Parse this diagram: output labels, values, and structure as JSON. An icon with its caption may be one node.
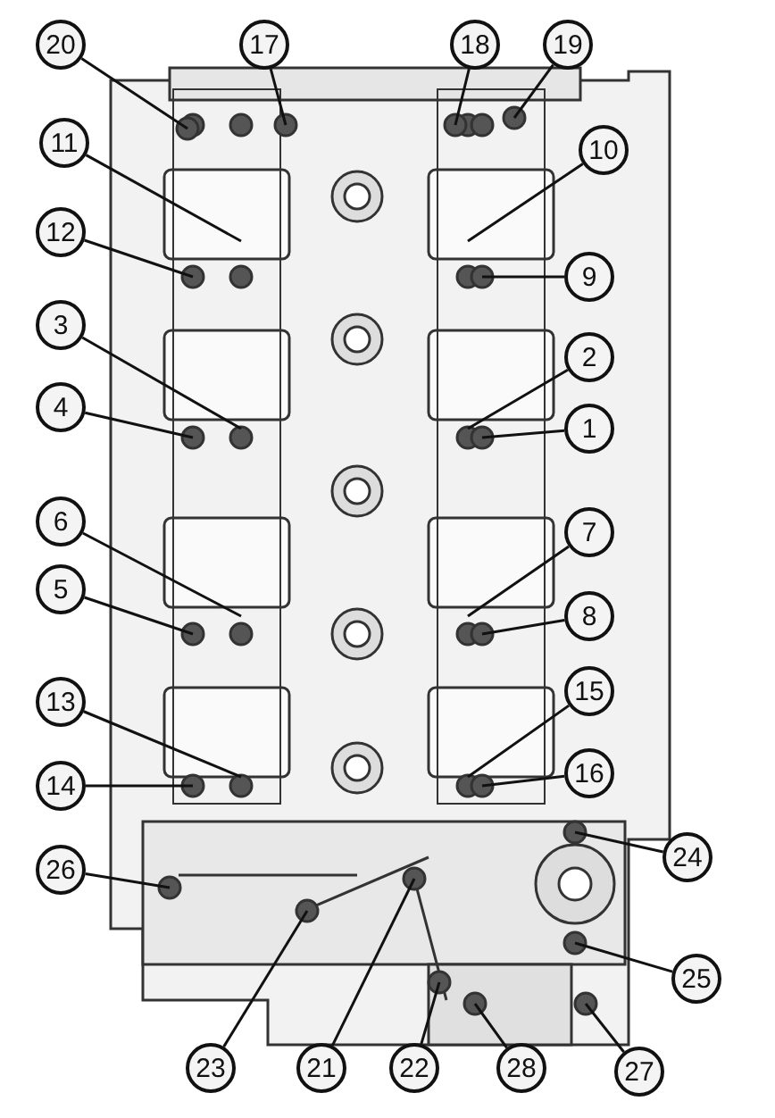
{
  "diagram": {
    "nodes": [
      {
        "text": [
          "20"
        ]
      },
      {
        "text": [
          "17"
        ]
      },
      {
        "text": [
          "18"
        ]
      },
      {
        "text": [
          "19"
        ]
      },
      {
        "text": [
          "11"
        ]
      },
      {
        "text": [
          "10"
        ]
      },
      {
        "text": [
          "12"
        ]
      },
      {
        "text": [
          "9"
        ]
      },
      {
        "text": [
          "3"
        ]
      },
      {
        "text": [
          "2"
        ]
      },
      {
        "text": [
          "4"
        ]
      },
      {
        "text": [
          "1"
        ]
      },
      {
        "text": [
          "6"
        ]
      },
      {
        "text": [
          "7"
        ]
      },
      {
        "text": [
          "5"
        ]
      },
      {
        "text": [
          "8"
        ]
      },
      {
        "text": [
          "13"
        ]
      },
      {
        "text": [
          "15"
        ]
      },
      {
        "text": [
          "14"
        ]
      },
      {
        "text": [
          "16"
        ]
      },
      {
        "text": [
          "26"
        ]
      },
      {
        "text": [
          "24"
        ]
      },
      {
        "text": [
          "25"
        ]
      },
      {
        "text": [
          "23"
        ]
      },
      {
        "text": [
          "21"
        ]
      },
      {
        "text": [
          "22"
        ]
      },
      {
        "text": [
          "28"
        ]
      },
      {
        "text": [
          "27"
        ]
      }
    ],
    "edges": [
      {
        "from": 0,
        "to": null,
        "arrow": "none"
      },
      {
        "from": 1,
        "to": null,
        "arrow": "none"
      },
      {
        "from": 2,
        "to": null,
        "arrow": "none"
      },
      {
        "from": 3,
        "to": null,
        "arrow": "none"
      },
      {
        "from": 4,
        "to": null,
        "arrow": "none"
      },
      {
        "from": 5,
        "to": null,
        "arrow": "none"
      },
      {
        "from": 6,
        "to": null,
        "arrow": "none"
      },
      {
        "from": 7,
        "to": null,
        "arrow": "none"
      },
      {
        "from": 8,
        "to": null,
        "arrow": "none"
      },
      {
        "from": 9,
        "to": null,
        "arrow": "none"
      },
      {
        "from": 10,
        "to": null,
        "arrow": "none"
      },
      {
        "from": 11,
        "to": null,
        "arrow": "none"
      },
      {
        "from": 12,
        "to": null,
        "arrow": "none"
      },
      {
        "from": 13,
        "to": null,
        "arrow": "none"
      },
      {
        "from": 14,
        "to": null,
        "arrow": "none"
      },
      {
        "from": 15,
        "to": null,
        "arrow": "none"
      },
      {
        "from": 16,
        "to": null,
        "arrow": "none"
      },
      {
        "from": 17,
        "to": null,
        "arrow": "none"
      },
      {
        "from": 18,
        "to": null,
        "arrow": "none"
      },
      {
        "from": 19,
        "to": null,
        "arrow": "none"
      },
      {
        "from": 20,
        "to": null,
        "arrow": "none"
      },
      {
        "from": 21,
        "to": null,
        "arrow": "none"
      },
      {
        "from": 22,
        "to": null,
        "arrow": "none"
      },
      {
        "from": 23,
        "to": null,
        "arrow": "none"
      },
      {
        "from": 24,
        "to": null,
        "arrow": "none"
      },
      {
        "from": 25,
        "to": null,
        "arrow": "none"
      },
      {
        "from": 26,
        "to": null,
        "arrow": "none"
      },
      {
        "from": 27,
        "to": null,
        "arrow": "none"
      }
    ]
  }
}
